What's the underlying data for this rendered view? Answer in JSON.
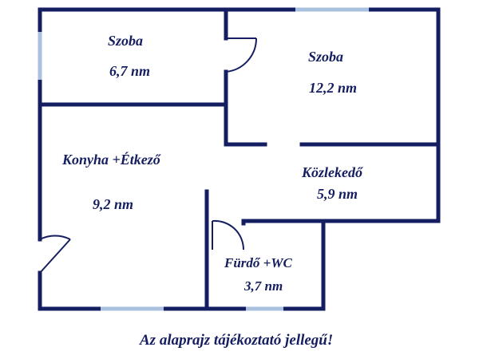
{
  "rooms": [
    {
      "name": "Szoba",
      "area": "6,7 nm"
    },
    {
      "name": "Szoba",
      "area": "12,2 nm"
    },
    {
      "name": "Konyha +Étkező",
      "area": "9,2 nm"
    },
    {
      "name": "Közlekedő",
      "area": "5,9 nm"
    },
    {
      "name": "Fürdő +WC",
      "area": "3,7 nm"
    }
  ],
  "note": "Az alaprajz tájékoztató jellegű!",
  "colors": {
    "wall": "#141e60",
    "window": "#a9c1de"
  }
}
